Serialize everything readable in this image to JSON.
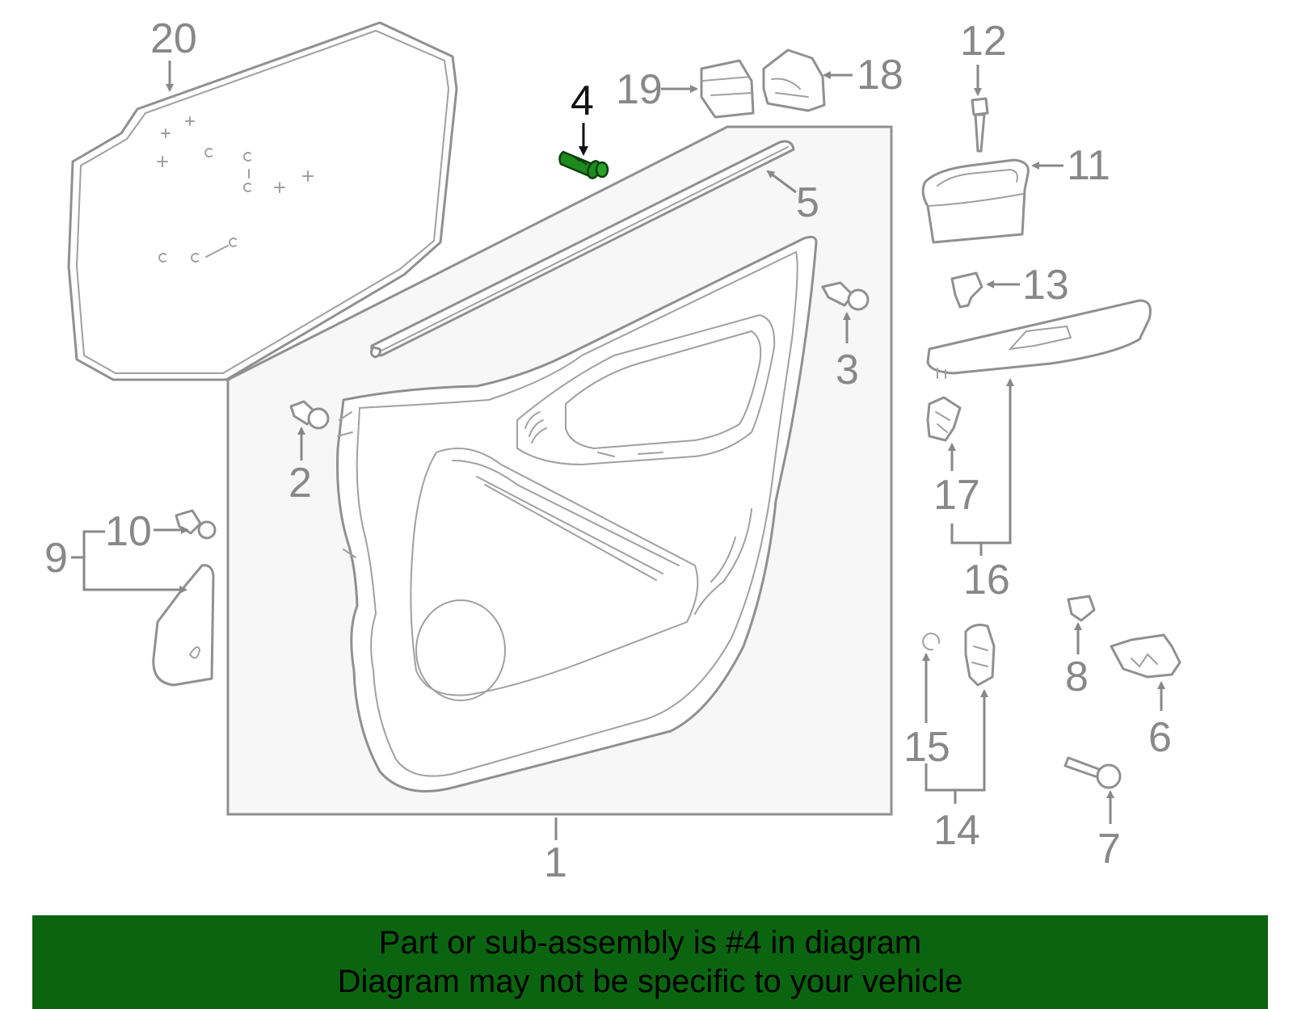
{
  "diagram": {
    "highlighted_part": "4",
    "callouts": [
      "1",
      "2",
      "3",
      "4",
      "5",
      "6",
      "7",
      "8",
      "9",
      "10",
      "11",
      "12",
      "13",
      "14",
      "15",
      "16",
      "17",
      "18",
      "19",
      "20"
    ]
  },
  "banner": {
    "line1": "Part or sub-assembly is #4 in diagram",
    "line2": "Diagram may not be specific to your vehicle"
  },
  "colors": {
    "banner_bg": "#0b6510",
    "highlight_part": "#1e8a1e",
    "line_gray": "#888888"
  }
}
